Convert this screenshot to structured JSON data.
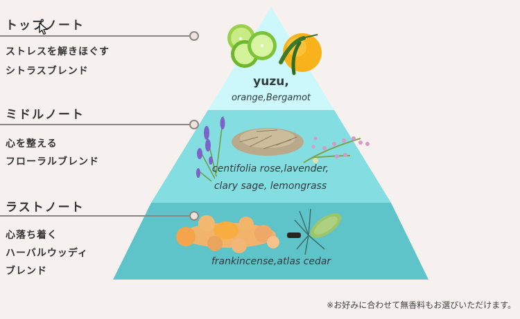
{
  "notes": [
    {
      "title": "トップノート",
      "desc_lines": [
        "ストレスを解きほぐす",
        "シトラスブレンド"
      ]
    },
    {
      "title": "ミドルノート",
      "desc_lines": [
        "心を整える",
        "フローラルブレンド"
      ]
    },
    {
      "title": "ラストノート",
      "desc_lines": [
        "心落ち着く",
        "ハーバルウッディ",
        "ブレンド"
      ]
    }
  ],
  "pyramid": {
    "tiers": [
      {
        "name": "top",
        "color": "#cdf8fb",
        "label_main": "yuzu,",
        "label_sub": "orange,Bergamot",
        "images": [
          "bergamot-slices-image",
          "yuzu-fruit-image"
        ]
      },
      {
        "name": "middle",
        "color": "#83dde1",
        "label_line1": "centifolia rose,lavender,",
        "label_line2": "clary sage, lemongrass",
        "images": [
          "lavender-image",
          "lemongrass-image",
          "clary-sage-image"
        ]
      },
      {
        "name": "base",
        "color": "#5fc4ca",
        "label_line1": "frankincense,atlas cedar",
        "images": [
          "frankincense-image",
          "cedar-cone-image"
        ]
      }
    ]
  },
  "footnote": "※お好みに合わせて無香料もお選びいただけます。",
  "colors": {
    "background": "#f6f1ee",
    "line": "#8a8580",
    "dot_fill": "#ede3dc",
    "text": "#333333"
  }
}
